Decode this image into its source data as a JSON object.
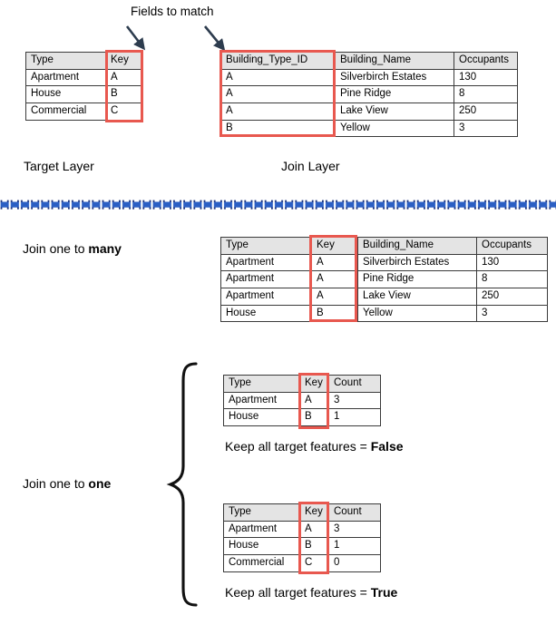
{
  "figure": {
    "title_annotation": "Fields to match",
    "labels": {
      "target_layer": "Target Layer",
      "join_layer": "Join Layer",
      "join_one_to_many_prefix": "Join one to ",
      "join_one_to_many_emphasis": "many",
      "join_one_to_one_prefix": "Join one to ",
      "join_one_to_one_emphasis": "one",
      "keep_all_prefix": "Keep all target features = ",
      "keep_all_false": "False",
      "keep_all_true": "True"
    },
    "colors": {
      "highlight": "#e8584f",
      "header_fill": "#e4e4e4",
      "border": "#3a3a3a",
      "divider_blue": "#2b5fc4",
      "arrow": "#2d3c4e"
    }
  },
  "target_table": {
    "headers": [
      "Type",
      "Key"
    ],
    "rows": [
      [
        "Apartment",
        "A"
      ],
      [
        "House",
        "B"
      ],
      [
        "Commercial",
        "C"
      ]
    ]
  },
  "join_table": {
    "headers": [
      "Building_Type_ID",
      "Building_Name",
      "Occupants"
    ],
    "rows": [
      [
        "A",
        "Silverbirch Estates",
        "130"
      ],
      [
        "A",
        "Pine Ridge",
        "8"
      ],
      [
        "A",
        "Lake View",
        "250"
      ],
      [
        "B",
        "Yellow",
        "3"
      ]
    ]
  },
  "one_to_many_table": {
    "headers": [
      "Type",
      "Key",
      "Building_Name",
      "Occupants"
    ],
    "rows": [
      [
        "Apartment",
        "A",
        "Silverbirch Estates",
        "130"
      ],
      [
        "Apartment",
        "A",
        "Pine Ridge",
        "8"
      ],
      [
        "Apartment",
        "A",
        "Lake View",
        "250"
      ],
      [
        "House",
        "B",
        "Yellow",
        "3"
      ]
    ]
  },
  "one_to_one_false_table": {
    "headers": [
      "Type",
      "Key",
      "Count"
    ],
    "rows": [
      [
        "Apartment",
        "A",
        "3"
      ],
      [
        "House",
        "B",
        "1"
      ]
    ]
  },
  "one_to_one_true_table": {
    "headers": [
      "Type",
      "Key",
      "Count"
    ],
    "rows": [
      [
        "Apartment",
        "A",
        "3"
      ],
      [
        "House",
        "B",
        "1"
      ],
      [
        "Commercial",
        "C",
        "0"
      ]
    ]
  }
}
